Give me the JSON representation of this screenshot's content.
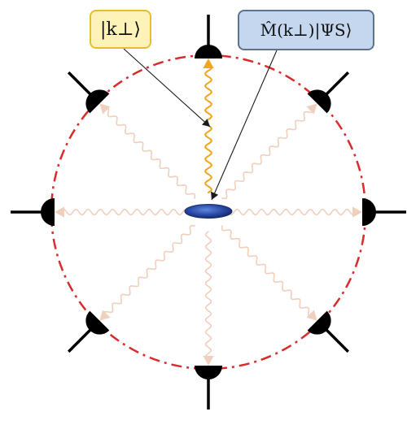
{
  "labels": {
    "photon_state": "|k⊥⟩",
    "scattered_state": "M̂(k⊥)|ΨS⟩"
  },
  "detectors": {
    "count": 8,
    "directions": [
      "up",
      "upper-right",
      "right",
      "lower-right",
      "down",
      "lower-left",
      "left",
      "upper-left"
    ]
  },
  "colors": {
    "photon_state_box_fill": "#fdf2b8",
    "photon_state_box_border": "#e7be2e",
    "scattered_state_box_fill": "#c5d7ee",
    "scattered_state_box_border": "#5c7390",
    "dashed_circle": "#d92b2b",
    "highlighted_photon": "#f2a51c",
    "scattered_photons": "#efcfbd",
    "emitter": "#2b4aa6",
    "detector": "#000000",
    "pointer_arrows": "#1b1b1b"
  }
}
